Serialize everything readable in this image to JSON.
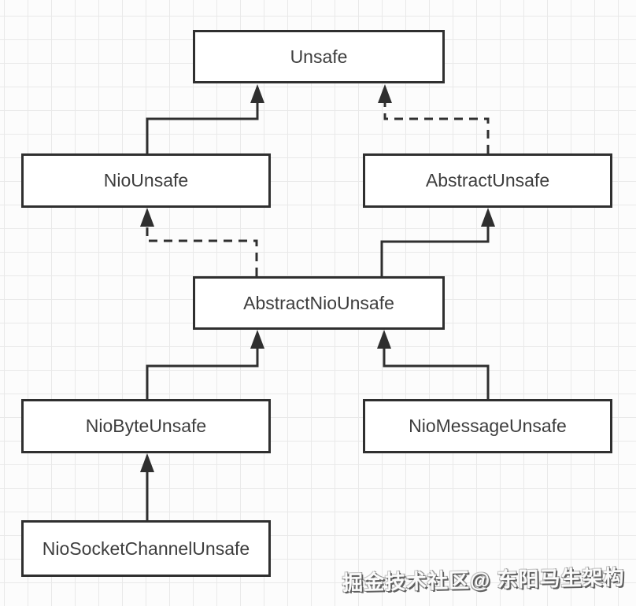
{
  "diagram": {
    "nodes": [
      {
        "label": "Unsafe"
      },
      {
        "label": "NioUnsafe"
      },
      {
        "label": "AbstractUnsafe"
      },
      {
        "label": "AbstractNioUnsafe"
      },
      {
        "label": "NioByteUnsafe"
      },
      {
        "label": "NioMessageUnsafe"
      },
      {
        "label": "NioSocketChannelUnsafe"
      }
    ],
    "edges": [
      {
        "from": "NioUnsafe",
        "to": "Unsafe",
        "style": "solid"
      },
      {
        "from": "AbstractUnsafe",
        "to": "Unsafe",
        "style": "dashed"
      },
      {
        "from": "AbstractNioUnsafe",
        "to": "NioUnsafe",
        "style": "dashed"
      },
      {
        "from": "AbstractNioUnsafe",
        "to": "AbstractUnsafe",
        "style": "solid"
      },
      {
        "from": "NioByteUnsafe",
        "to": "AbstractNioUnsafe",
        "style": "solid"
      },
      {
        "from": "NioMessageUnsafe",
        "to": "AbstractNioUnsafe",
        "style": "solid"
      },
      {
        "from": "NioSocketChannelUnsafe",
        "to": "NioByteUnsafe",
        "style": "solid"
      }
    ],
    "colors": {
      "background": "#fcfcfc",
      "grid_line": "#e9e9e9",
      "box_fill": "#ffffff",
      "box_border": "#2f2f2f",
      "line": "#2f2f2f",
      "text": "#3d3d3d"
    }
  },
  "watermark": {
    "text": "掘金技术社区@ 东阳马生架构"
  }
}
